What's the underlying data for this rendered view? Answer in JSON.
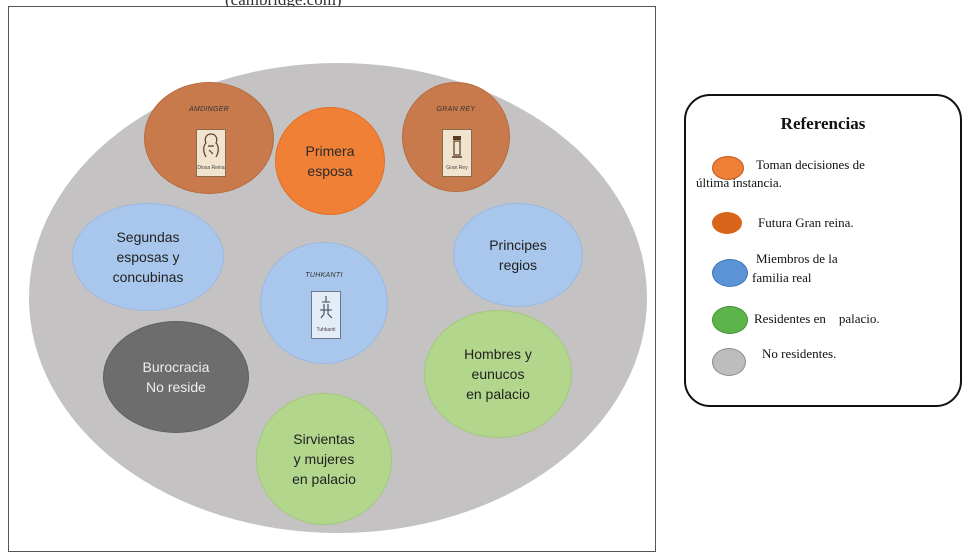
{
  "caption": "(cambridge.com)",
  "diagram": {
    "nodes": {
      "amdinger": {
        "title": "AMDINGER",
        "plaque": "Diosa Reina"
      },
      "granrey": {
        "title": "GRAN REY",
        "plaque": "Gran Rey"
      },
      "primera": {
        "line1": "Primera",
        "line2": "esposa"
      },
      "segundas": {
        "line1": "Segundas",
        "line2": "esposas y",
        "line3": "concubinas"
      },
      "principes": {
        "line1": "Principes",
        "line2": "regios"
      },
      "tuhkanti": {
        "title": "TUHKANTI",
        "plaque": "Tuhkanti"
      },
      "burocracia": {
        "line1": "Burocracia",
        "line2": "No reside"
      },
      "hombres": {
        "line1": "Hombres y",
        "line2": "eunucos",
        "line3": "en palacio"
      },
      "sirvientas": {
        "line1": "Sirvientas",
        "line2": "y mujeres",
        "line3": "en palacio"
      }
    }
  },
  "legend": {
    "title": "Referencias",
    "items": [
      {
        "text1": "Toman decisiones de",
        "text2": "última instancia.",
        "color": "#ef8036"
      },
      {
        "text1": "Futura Gran reina.",
        "color": "#d9651a"
      },
      {
        "text1": "Miembros de la",
        "text2": "familia real",
        "color": "#5b93d6"
      },
      {
        "text1": "Residentes en    palacio.",
        "color": "#5cb44a"
      },
      {
        "text1": "No residentes.",
        "color": "#bdbdbd"
      }
    ]
  }
}
